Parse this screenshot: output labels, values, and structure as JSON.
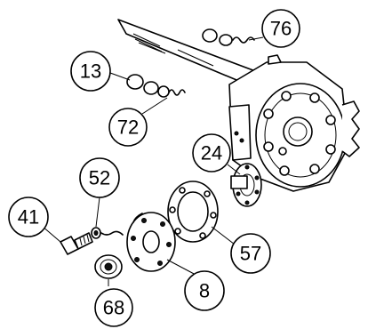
{
  "callouts": [
    {
      "id": "76",
      "label": "76"
    },
    {
      "id": "13",
      "label": "13"
    },
    {
      "id": "72",
      "label": "72"
    },
    {
      "id": "24",
      "label": "24"
    },
    {
      "id": "52",
      "label": "52"
    },
    {
      "id": "41",
      "label": "41"
    },
    {
      "id": "57",
      "label": "57"
    },
    {
      "id": "8",
      "label": "8"
    },
    {
      "id": "68",
      "label": "68"
    }
  ]
}
